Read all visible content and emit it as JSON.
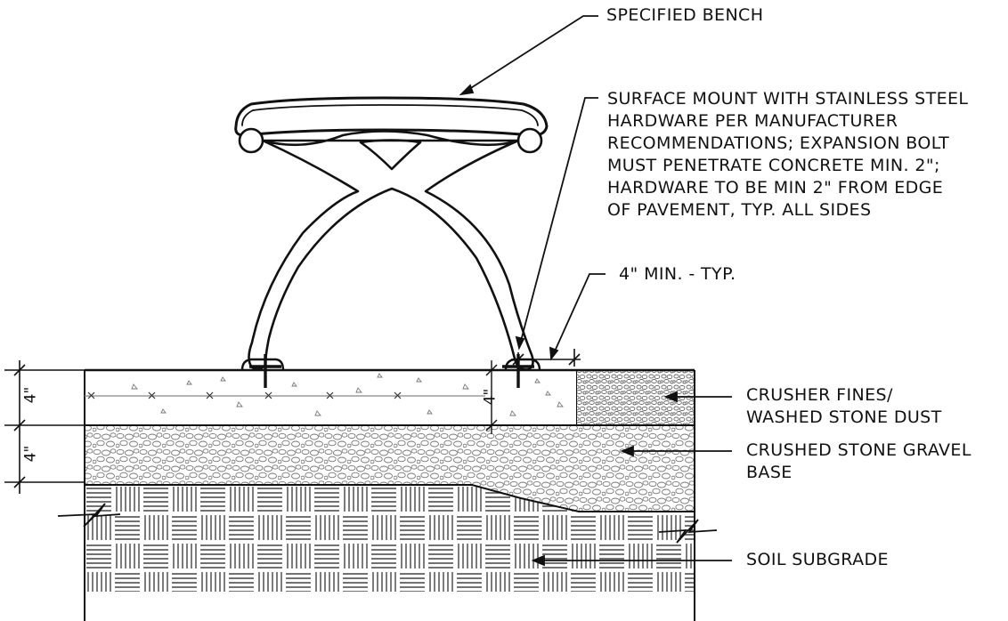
{
  "labels": {
    "bench": "SPECIFIED BENCH",
    "mount_lines": [
      "SURFACE MOUNT WITH STAINLESS STEEL",
      "HARDWARE PER MANUFACTURER",
      "RECOMMENDATIONS; EXPANSION BOLT",
      "MUST PENETRATE CONCRETE MIN. 2\";",
      "HARDWARE TO BE MIN 2\" FROM EDGE",
      "OF PAVEMENT, TYP. ALL SIDES"
    ],
    "min_edge": "4\" MIN. - TYP.",
    "fines_lines": [
      "CRUSHER FINES/",
      "WASHED STONE DUST"
    ],
    "gravel_lines": [
      "CRUSHED STONE GRAVEL",
      "BASE"
    ],
    "soil": "SOIL SUBGRADE"
  },
  "dimensions": {
    "concrete_depth": "4\"",
    "gravel_depth": "4\"",
    "slab_depth_right": "4\""
  },
  "colors": {
    "ink": "#111111",
    "hatch": "#555555",
    "background": "#ffffff"
  }
}
